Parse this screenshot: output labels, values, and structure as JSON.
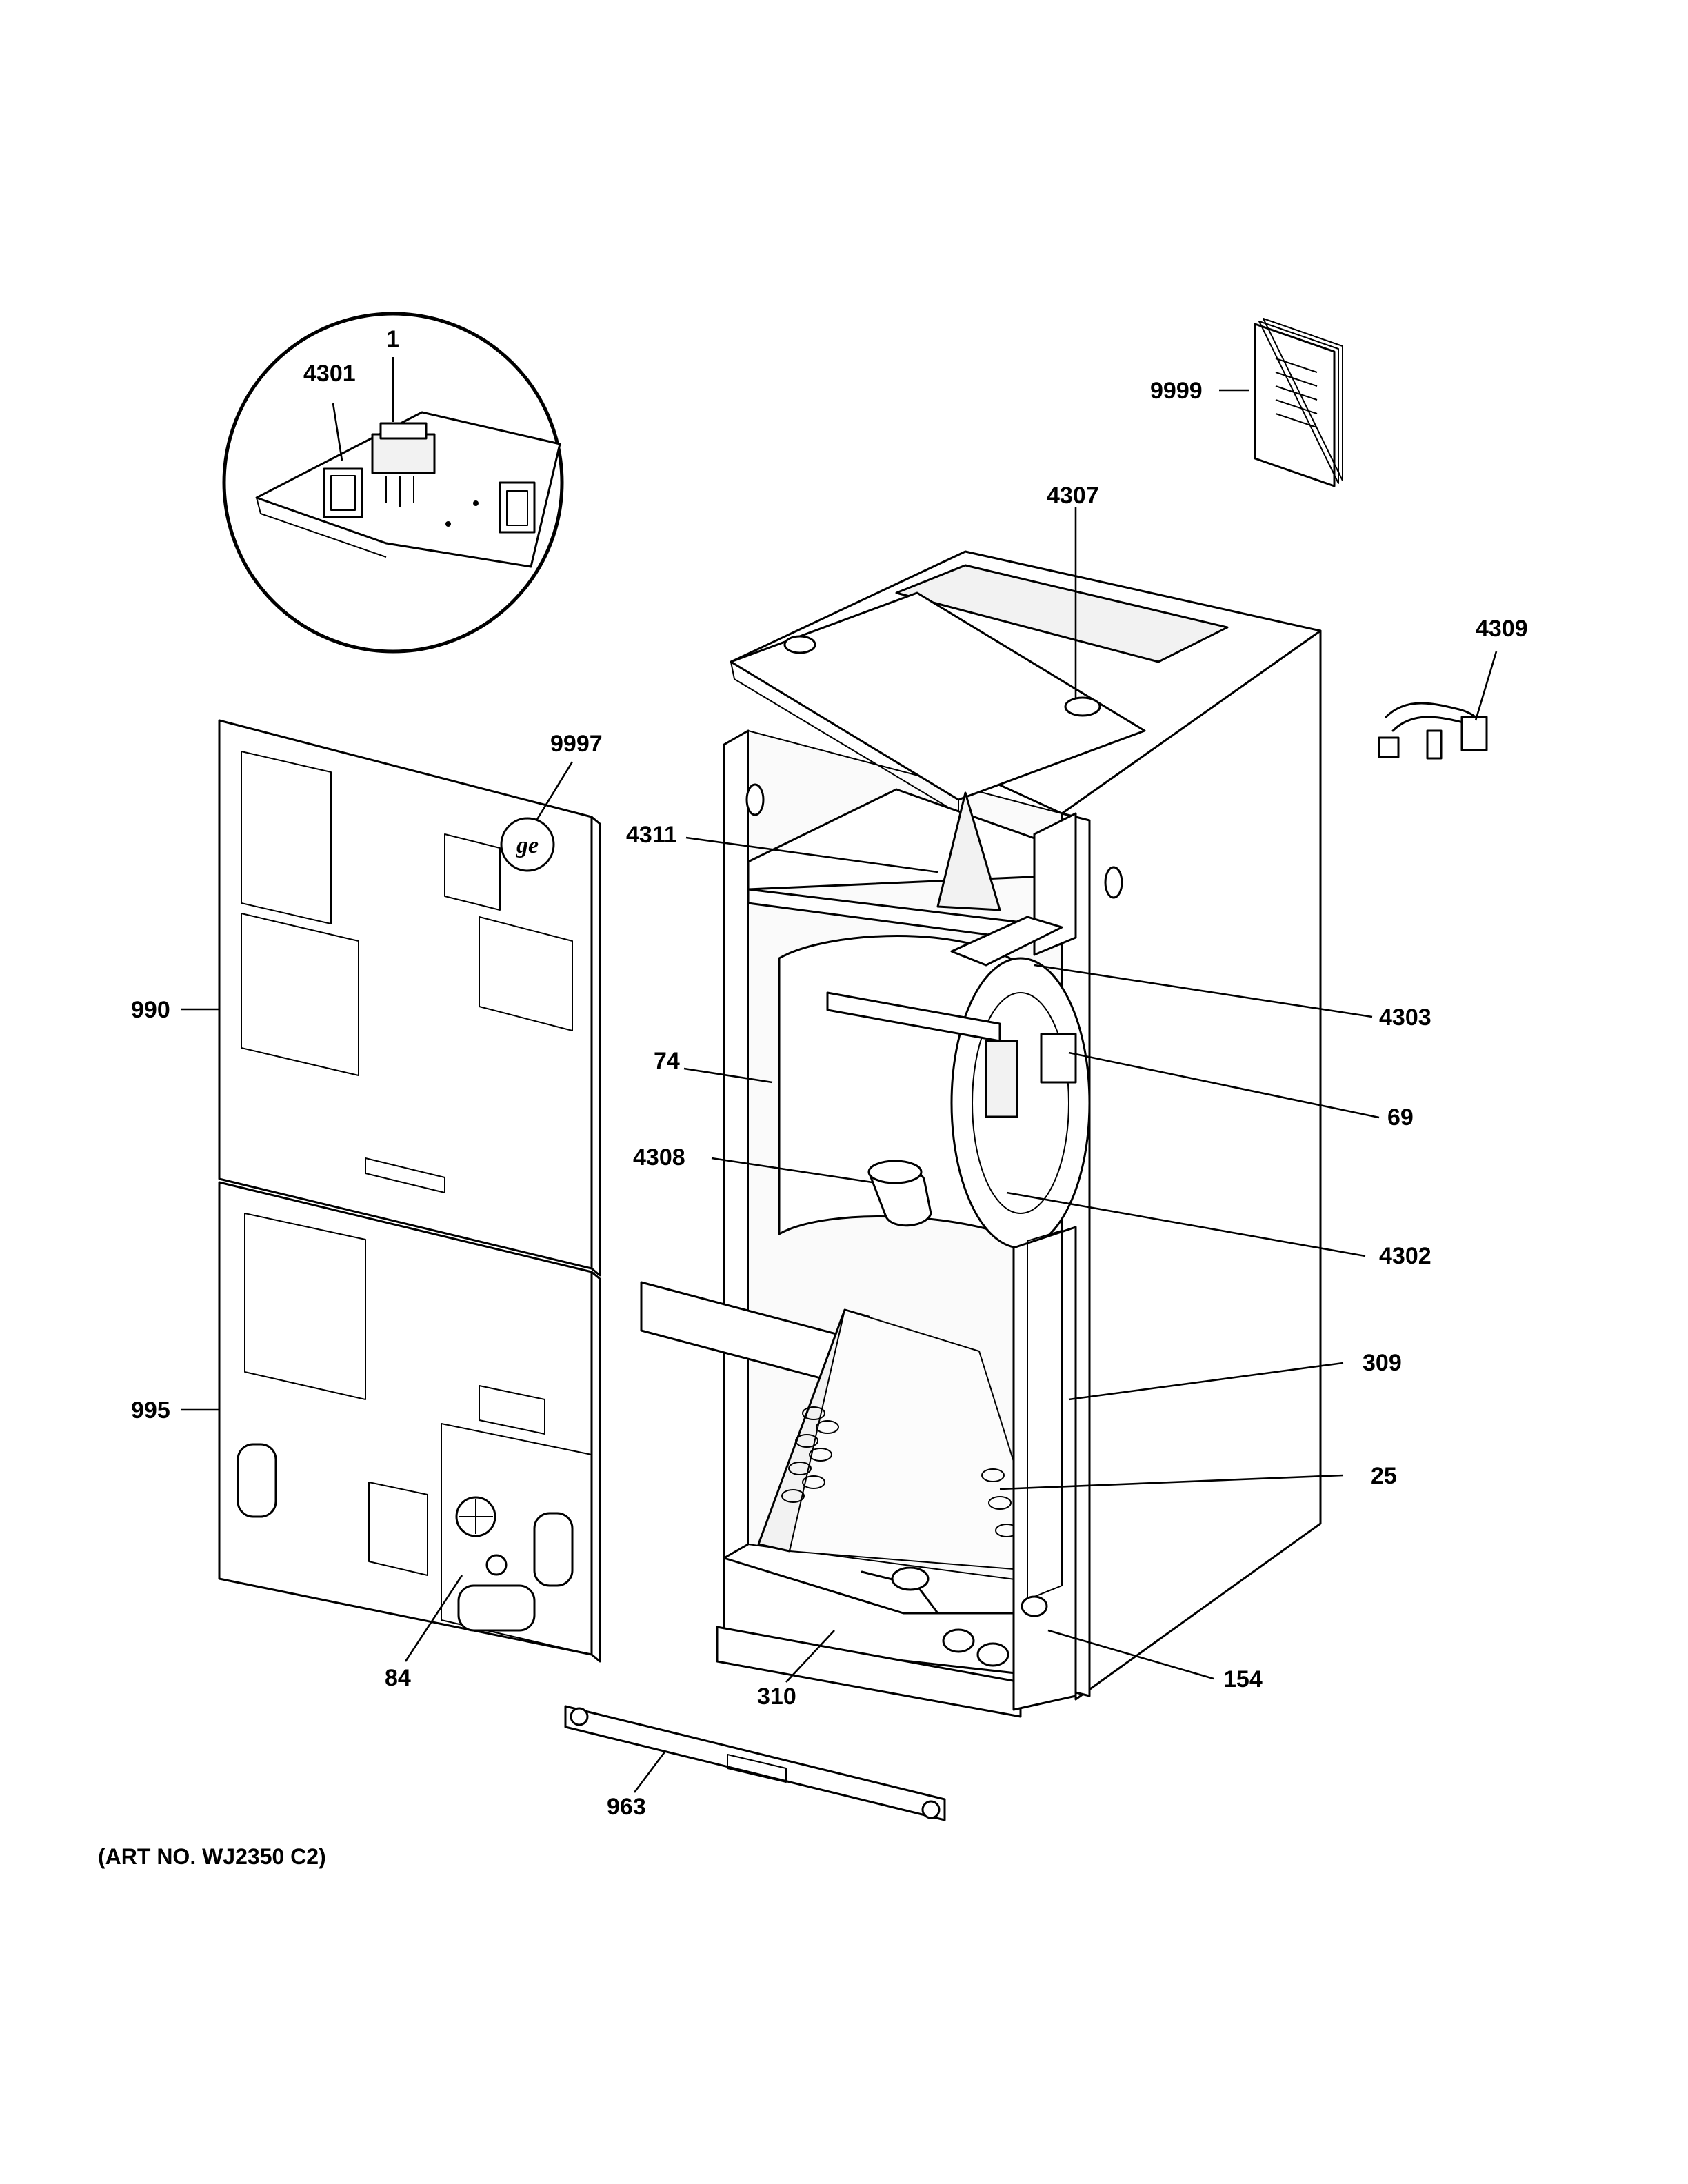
{
  "diagram": {
    "art_number": "(ART NO. WJ2350 C2)",
    "callouts": [
      {
        "id": "c-1",
        "label": "1"
      },
      {
        "id": "c-4301",
        "label": "4301"
      },
      {
        "id": "c-9999",
        "label": "9999"
      },
      {
        "id": "c-4307",
        "label": "4307"
      },
      {
        "id": "c-4309",
        "label": "4309"
      },
      {
        "id": "c-9997",
        "label": "9997"
      },
      {
        "id": "c-4311",
        "label": "4311"
      },
      {
        "id": "c-990",
        "label": "990"
      },
      {
        "id": "c-4303",
        "label": "4303"
      },
      {
        "id": "c-74",
        "label": "74"
      },
      {
        "id": "c-69",
        "label": "69"
      },
      {
        "id": "c-4308",
        "label": "4308"
      },
      {
        "id": "c-4302",
        "label": "4302"
      },
      {
        "id": "c-309",
        "label": "309"
      },
      {
        "id": "c-995",
        "label": "995"
      },
      {
        "id": "c-25",
        "label": "25"
      },
      {
        "id": "c-84",
        "label": "84"
      },
      {
        "id": "c-154",
        "label": "154"
      },
      {
        "id": "c-310",
        "label": "310"
      },
      {
        "id": "c-963",
        "label": "963"
      }
    ]
  }
}
